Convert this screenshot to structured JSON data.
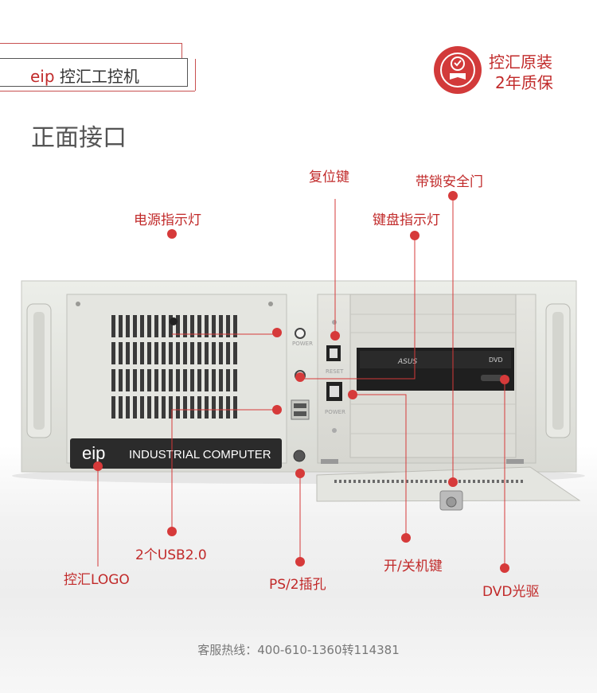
{
  "header": {
    "brand": "eip",
    "title": "控汇工控机"
  },
  "badge": {
    "line1": "控汇原装",
    "line2": "2年质保"
  },
  "section_title": "正面接口",
  "product": {
    "nameplate_brand": "eip",
    "nameplate_text": "INDUSTRIAL COMPUTER",
    "dvd_brand": "ASUS",
    "dvd_label": "DVD"
  },
  "callouts": {
    "reset": "复位键",
    "lockable_door": "带锁安全门",
    "power_indicator": "电源指示灯",
    "keyboard_indicator": "键盘指示灯",
    "usb": "2个USB2.0",
    "logo": "控汇LOGO",
    "ps2": "PS/2插孔",
    "power_switch": "开/关机键",
    "dvd": "DVD光驱"
  },
  "footer": "客服热线：400-610-1360转114381",
  "colors": {
    "accent": "#d63a3a",
    "chassis": "#e3e4df"
  }
}
